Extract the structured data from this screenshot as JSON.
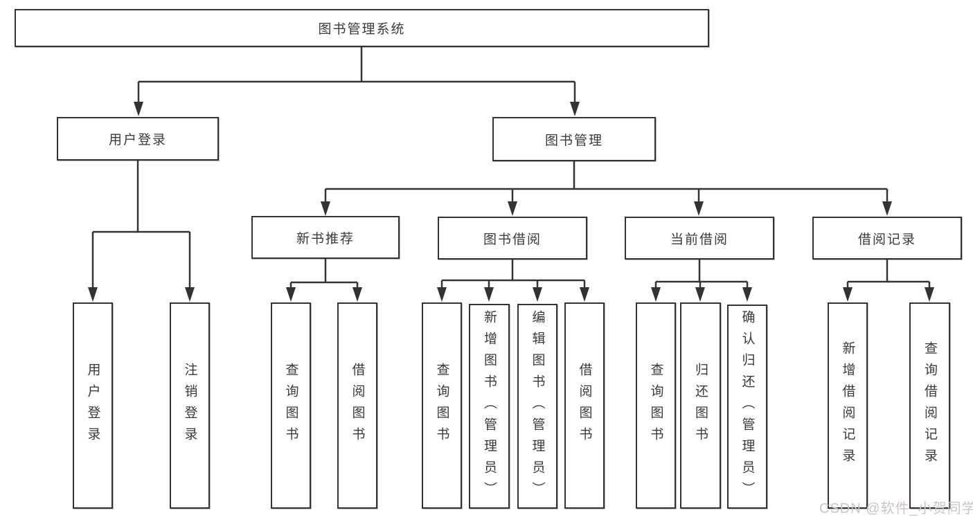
{
  "diagram": {
    "title": "图书管理系统",
    "type": "functional-structure-tree",
    "hierarchy": {
      "label": "图书管理系统",
      "children": [
        {
          "label": "用户登录",
          "children": [
            {
              "label": "用户登录"
            },
            {
              "label": "注销登录"
            }
          ]
        },
        {
          "label": "图书管理",
          "children": [
            {
              "label": "新书推荐",
              "children": [
                {
                  "label": "查询图书"
                },
                {
                  "label": "借阅图书"
                }
              ]
            },
            {
              "label": "图书借阅",
              "children": [
                {
                  "label": "查询图书"
                },
                {
                  "label": "新增图书（管理员）"
                },
                {
                  "label": "编辑图书（管理员）"
                },
                {
                  "label": "借阅图书"
                }
              ]
            },
            {
              "label": "当前借阅",
              "children": [
                {
                  "label": "查询图书"
                },
                {
                  "label": "归还图书"
                },
                {
                  "label": "确认归还（管理员）"
                }
              ]
            },
            {
              "label": "借阅记录",
              "children": [
                {
                  "label": "新增借阅记录"
                },
                {
                  "label": "查询借阅记录"
                }
              ]
            }
          ]
        }
      ]
    }
  },
  "nodes": {
    "root": "图书管理系统",
    "login_group": "用户登录",
    "book_mgmt": "图书管理",
    "new_book_rec": "新书推荐",
    "book_borrow": "图书借阅",
    "current_borrow": "当前借阅",
    "borrow_records": "借阅记录",
    "user_login": "用户登录",
    "logout": "注销登录",
    "nb_query": "查询图书",
    "nb_borrow": "借阅图书",
    "bb_query": "查询图书",
    "bb_add": "新增图书（管理员）",
    "bb_edit": "编辑图书（管理员）",
    "bb_borrow": "借阅图书",
    "cb_query": "查询图书",
    "cb_return": "归还图书",
    "cb_confirm": "确认归还（管理员）",
    "br_add": "新增借阅记录",
    "br_query": "查询借阅记录"
  },
  "watermark": {
    "text": "CSDN @软件_小贺同学",
    "color": "#cbc5c5"
  },
  "colors": {
    "background": "#ffffff",
    "line": "#333333",
    "box_border": "#333333",
    "box_fill": "#ffffff",
    "text": "#3a3a3a"
  }
}
